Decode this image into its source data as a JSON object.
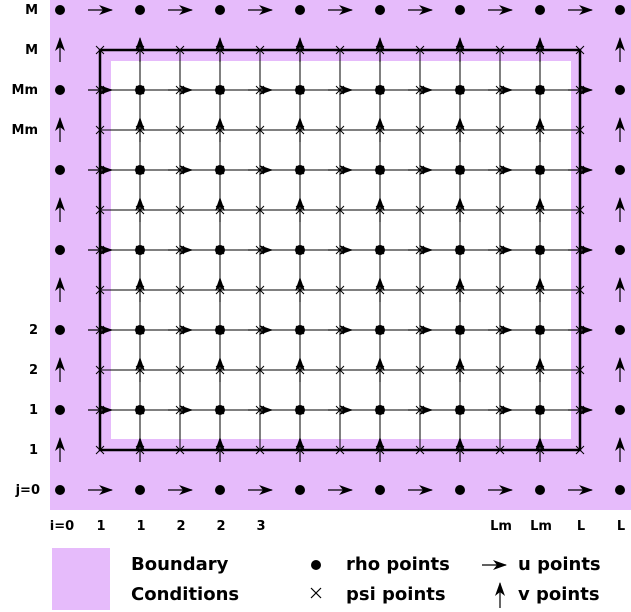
{
  "colors": {
    "boundary": "#e6bbfb",
    "grid": "#000000",
    "background": "#ffffff"
  },
  "grid": {
    "columns": 8,
    "rows": 6
  },
  "j_labels": [
    "M",
    "M",
    "Mm",
    "Mm",
    "2",
    "2",
    "1",
    "1",
    "j=0"
  ],
  "i_labels": [
    "i=0",
    "1",
    "1",
    "2",
    "2",
    "3",
    "Lm",
    "Lm",
    "L",
    "L"
  ],
  "legend": {
    "boundary_line1": "Boundary",
    "boundary_line2": "Conditions",
    "rho": "rho points",
    "psi": "psi points",
    "u": "u points",
    "v": "v points"
  },
  "icons": {
    "rho": "filled-circle-icon",
    "psi": "x-cross-icon",
    "u": "right-arrow-icon",
    "v": "up-arrow-icon"
  }
}
